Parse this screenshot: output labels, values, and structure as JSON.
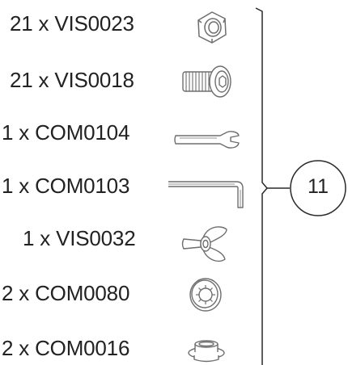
{
  "parts": [
    {
      "label": "21 x VIS0023",
      "icon": "hex-nut-icon"
    },
    {
      "label": "21 x VIS0018",
      "icon": "button-head-bolt-icon"
    },
    {
      "label": "1 x COM0104",
      "icon": "open-end-wrench-icon"
    },
    {
      "label": "1 x COM0103",
      "icon": "hex-key-icon"
    },
    {
      "label": "1 x VIS0032",
      "icon": "wing-nut-icon"
    },
    {
      "label": "2 x COM0080",
      "icon": "lock-washer-icon"
    },
    {
      "label": "2 x COM0016",
      "icon": "plastic-bushing-icon"
    }
  ],
  "group_reference": "11",
  "colors": {
    "line": "#2a2a2a",
    "icon_stroke": "#6e6e6e",
    "text": "#222222"
  }
}
